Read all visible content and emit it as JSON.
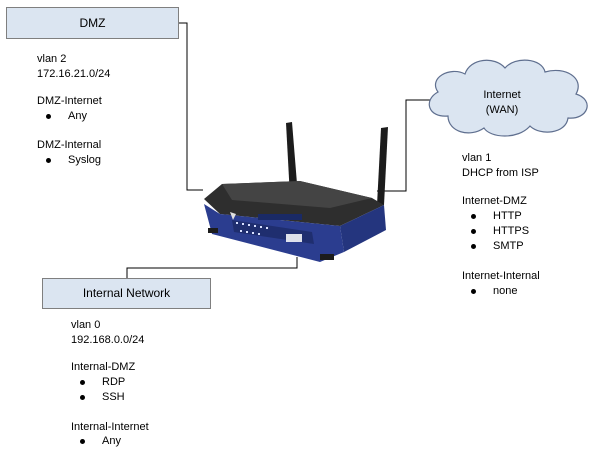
{
  "dmz": {
    "title": "DMZ",
    "vlan": "vlan 2",
    "subnet": "172.16.21.0/24",
    "rules": [
      {
        "heading": "DMZ-Internet",
        "items": [
          "Any"
        ]
      },
      {
        "heading": "DMZ-Internal",
        "items": [
          "Syslog"
        ]
      }
    ]
  },
  "internal": {
    "title": "Internal Network",
    "vlan": "vlan 0",
    "subnet": "192.168.0.0/24",
    "rules": [
      {
        "heading": "Internal-DMZ",
        "items": [
          "RDP",
          "SSH"
        ]
      },
      {
        "heading": "Internal-Internet",
        "items": [
          "Any"
        ]
      }
    ]
  },
  "internet": {
    "cloud_line1": "Internet",
    "cloud_line2": "(WAN)",
    "vlan": "vlan 1",
    "addressing": "DHCP from ISP",
    "rules": [
      {
        "heading": "Internet-DMZ",
        "items": [
          "HTTP",
          "HTTPS",
          "SMTP"
        ]
      },
      {
        "heading": "Internet-Internal",
        "items": [
          "none"
        ]
      }
    ]
  },
  "colors": {
    "box_fill": "#dbe5f1",
    "box_border": "#7f7f7f",
    "cloud_fill": "#dbe5f1",
    "router_body": "#2b3d8f",
    "router_top": "#2a2a2a"
  }
}
